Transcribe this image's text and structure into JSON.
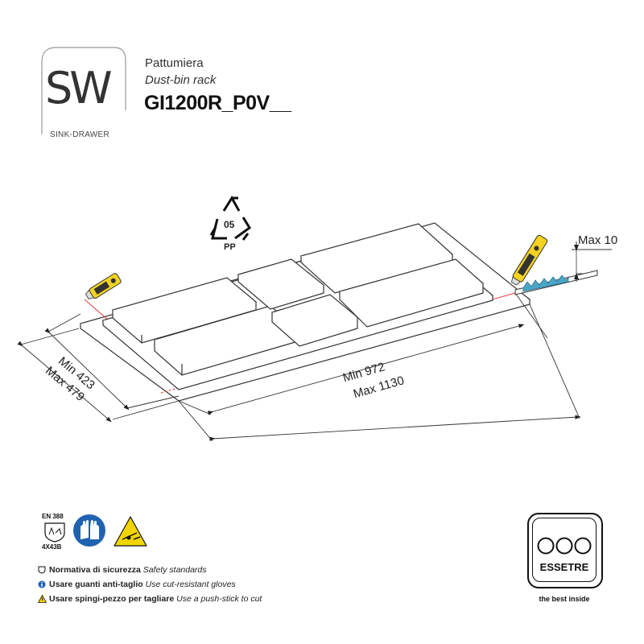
{
  "header": {
    "logo_text": "SW",
    "logo_subtitle": "SINK-DRAWER",
    "title_it": "Pattumiera",
    "title_en": "Dust-bin rack",
    "product_code": "GI1200R_P0V__"
  },
  "recycle": {
    "code": "05",
    "material": "PP"
  },
  "dimensions": {
    "min_depth": "Min 423",
    "max_depth": "Max 479",
    "min_width": "Min 972",
    "max_width": "Max 1130",
    "max_thickness": "Max 10"
  },
  "safety": {
    "standard_name": "EN 388",
    "standard_code": "4X43B",
    "items": [
      {
        "it": "Normativa di sicurezza",
        "en": "Safety standards",
        "icon": "shield-standard-icon"
      },
      {
        "it": "Usare guanti anti-taglio",
        "en": "Use cut-resistant gloves",
        "icon": "gloves-info-icon"
      },
      {
        "it": "Usare spingi-pezzo per tagliare",
        "en": "Use a push-stick to cut",
        "icon": "warning-icon"
      }
    ]
  },
  "brand": {
    "name": "ESSETRE",
    "tagline": "the best inside"
  },
  "colors": {
    "cut_line": "#e53935",
    "knife_yellow": "#f4d21f",
    "gloves_blue": "#1f63b0",
    "warning_yellow": "#f2d400"
  }
}
